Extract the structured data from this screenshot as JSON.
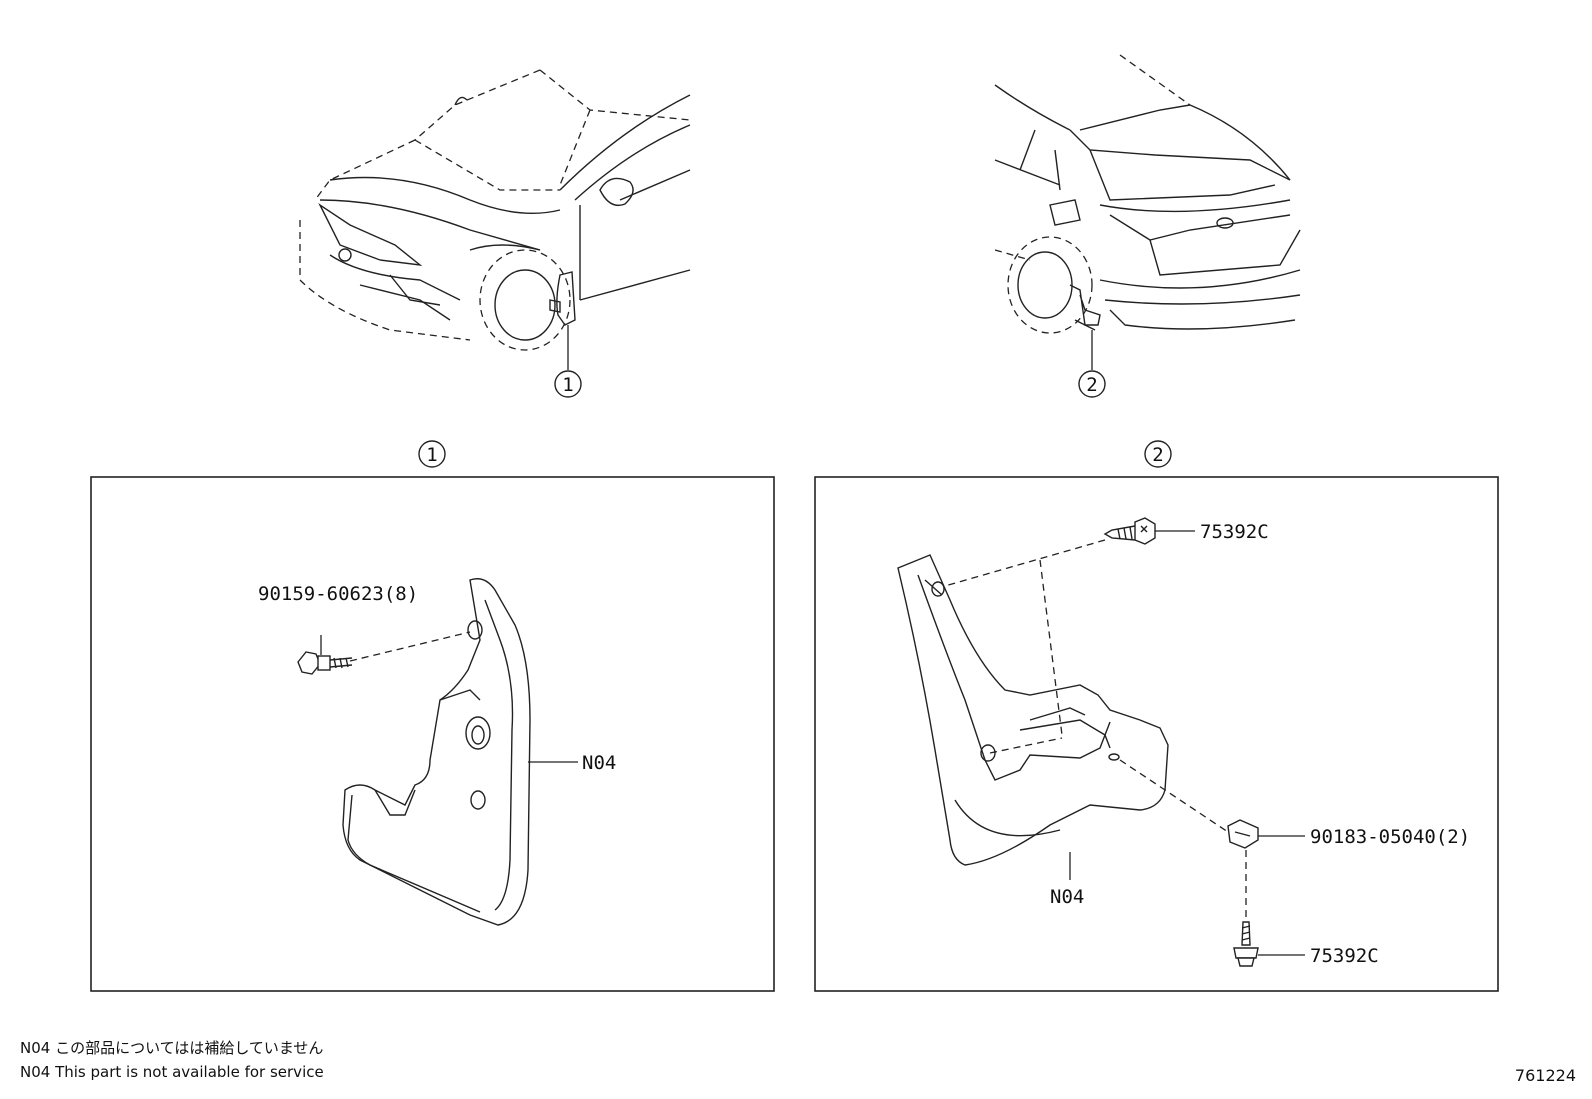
{
  "callouts": {
    "front": "1",
    "rear": "2"
  },
  "panel_front": {
    "bolt_part": "90159-60623(8)",
    "mudguard_part": "N04"
  },
  "panel_rear": {
    "screw_top_part": "75392C",
    "clip_part": "90183-05040(2)",
    "screw_bottom_part": "75392C",
    "mudguard_part": "N04"
  },
  "notes": {
    "line1": "N04 この部品についてはは補給していません",
    "line2": "N04 This part is not available for service"
  },
  "diagram_id": "761224"
}
